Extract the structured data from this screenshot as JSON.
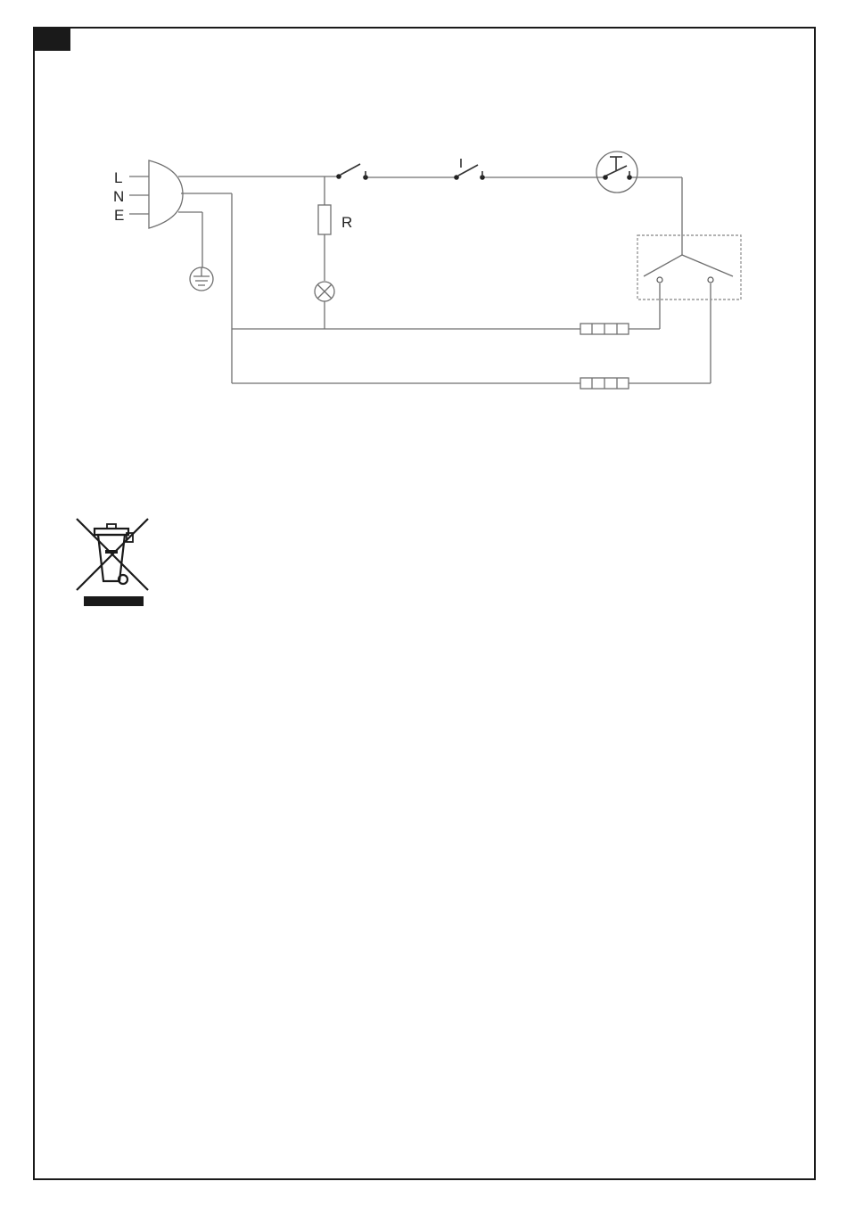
{
  "diagram": {
    "terminals": {
      "live": "L",
      "neutral": "N",
      "earth": "E"
    },
    "resistor_label": "R"
  },
  "colors": {
    "wire": "#6f6f6f",
    "ink": "#1a1a1a",
    "dashed_box": "#999999"
  },
  "icons": {
    "weee_symbol": "crossed-out-wheelie-bin-icon",
    "earth_symbol": "ground-icon",
    "lamp_symbol": "indicator-lamp-icon",
    "thermostat_symbol": "thermostat-icon"
  }
}
